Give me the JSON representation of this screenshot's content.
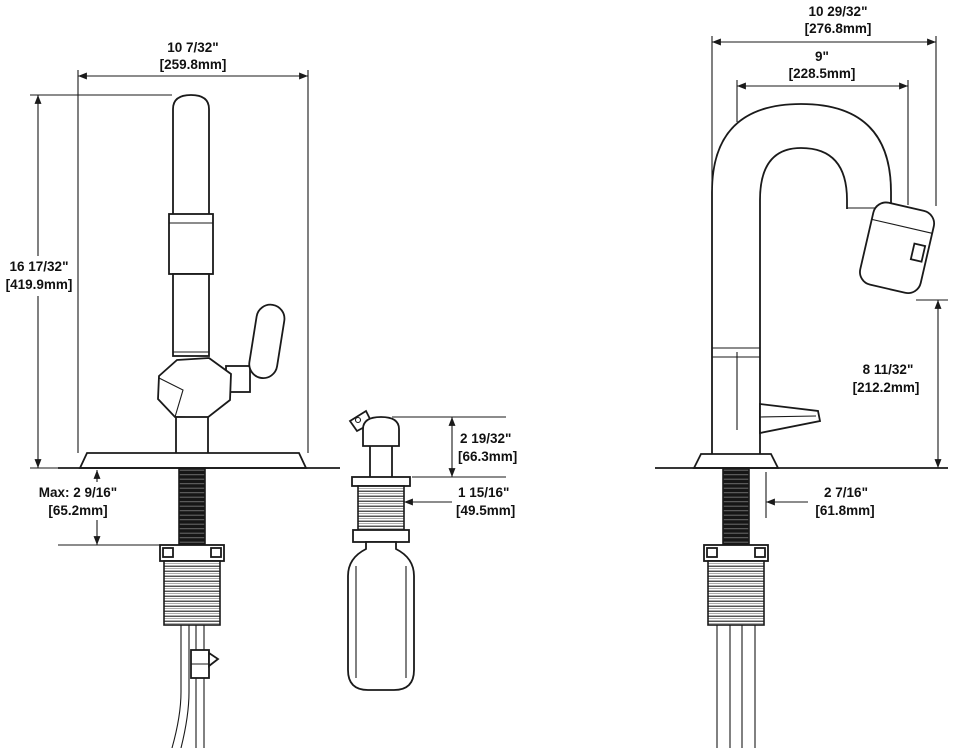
{
  "page": {
    "background": "#ffffff",
    "line_color": "#1a1a1a"
  },
  "views": {
    "side_view": {
      "dims": {
        "overall_depth_in": "10 7/32\"",
        "overall_depth_mm": "[259.8mm]",
        "overall_height_in": "16 17/32\"",
        "overall_height_mm": "[419.9mm]",
        "max_deck_in": "Max: 2 9/16\"",
        "max_deck_mm": "[65.2mm]"
      }
    },
    "dispenser": {
      "dims": {
        "head_height_in": "2 19/32\"",
        "head_height_mm": "[66.3mm]",
        "thread_dia_in": "1 15/16\"",
        "thread_dia_mm": "[49.5mm]"
      }
    },
    "front_view": {
      "dims": {
        "overall_width_in": "10 29/32\"",
        "overall_width_mm": "[276.8mm]",
        "spout_reach_in": "9\"",
        "spout_reach_mm": "[228.5mm]",
        "spout_height_in": "8 11/32\"",
        "spout_height_mm": "[212.2mm]",
        "base_dia_in": "2 7/16\"",
        "base_dia_mm": "[61.8mm]"
      }
    }
  }
}
